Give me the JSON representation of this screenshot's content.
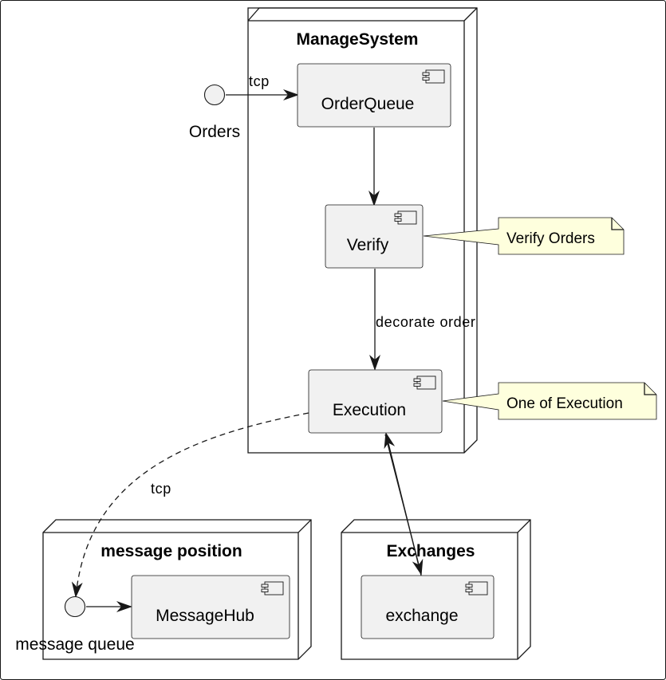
{
  "nodes": {
    "manage_system": {
      "title": "ManageSystem"
    },
    "message_position": {
      "title": "message position"
    },
    "exchanges": {
      "title": "Exchanges"
    }
  },
  "components": {
    "order_queue": {
      "label": "OrderQueue"
    },
    "verify": {
      "label": "Verify"
    },
    "execution": {
      "label": "Execution"
    },
    "message_hub": {
      "label": "MessageHub"
    },
    "exchange": {
      "label": "exchange"
    }
  },
  "interfaces": {
    "orders": {
      "label": "Orders"
    },
    "message_queue": {
      "label": "message queue"
    }
  },
  "edges": {
    "orders_to_orderqueue": {
      "label": "tcp"
    },
    "verify_to_execution": {
      "label": "decorate order"
    },
    "execution_to_message_queue": {
      "label": "tcp"
    }
  },
  "notes": {
    "verify_note": {
      "text": "Verify Orders"
    },
    "execution_note": {
      "text": "One of Execution"
    }
  },
  "colors": {
    "component_fill": "#f1f1f1",
    "note_fill": "#feffdd",
    "stroke": "#181818"
  },
  "icons": {
    "component": "uml-component-icon",
    "interface": "lollipop-interface-icon"
  }
}
